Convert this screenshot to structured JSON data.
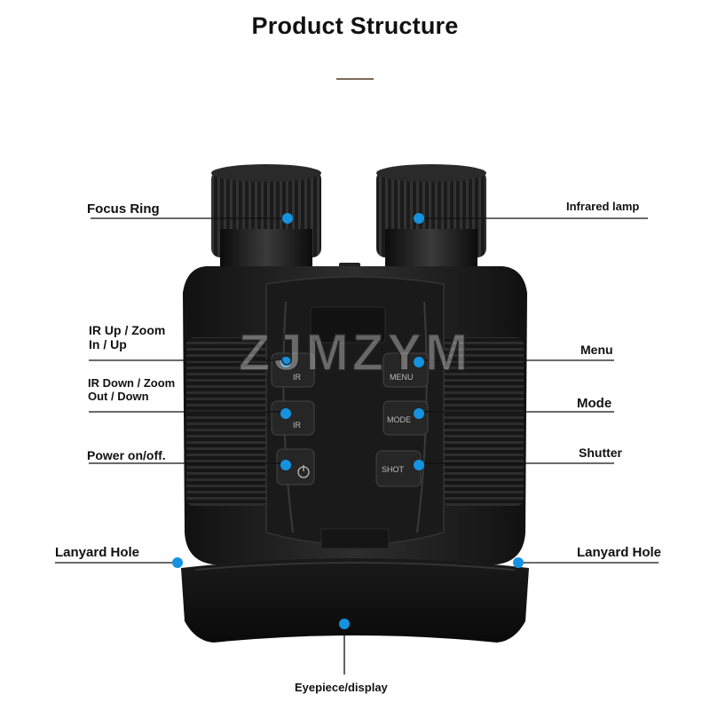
{
  "title": "Product Structure",
  "watermark": "ZJMZYM",
  "labels": {
    "focus_ring": "Focus Ring",
    "infrared_lamp": "Infrared lamp",
    "ir_up_zoom": "IR Up / Zoom In / Up",
    "ir_down_zoom": "IR Down / Zoom Out / Down",
    "power": "Power on/off.",
    "menu": "Menu",
    "mode": "Mode",
    "shutter": "Shutter",
    "lanyard_left": "Lanyard Hole",
    "lanyard_right": "Lanyard Hole",
    "eyepiece": "Eyepiece/display"
  },
  "buttons": {
    "ir_up": "IR",
    "ir_down": "IR",
    "menu": "MENU",
    "mode": "MODE",
    "shot": "SHOT"
  },
  "colors": {
    "callout_dot": "#1592e0",
    "leader_line": "#111111",
    "body": "#1e1e1e",
    "title_rule": "#7a6a58"
  }
}
